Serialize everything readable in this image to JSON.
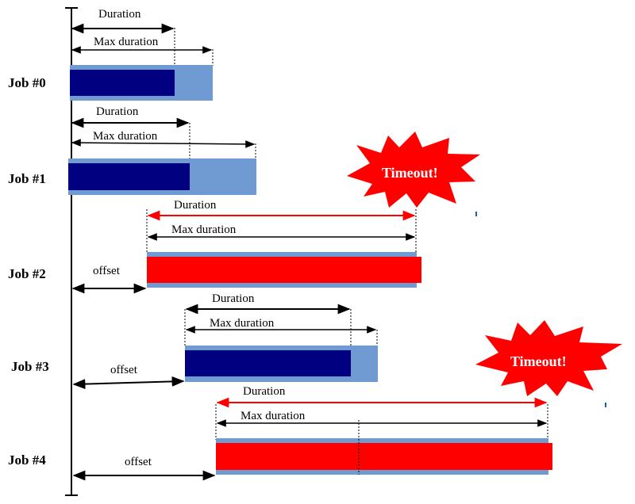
{
  "colors": {
    "duration_bar": "#000080",
    "max_bar": "#6f9bd2",
    "timeout_bar": "#ff0000",
    "timeout_burst": "#ff0000",
    "arrow": "#000000",
    "timeout_arrow": "#ff0000"
  },
  "labels": {
    "duration": "Duration",
    "max_duration": "Max duration",
    "offset": "offset",
    "timeout": "Timeout!"
  },
  "jobs": [
    {
      "name": "Job #0",
      "has_offset": false,
      "timed_out": false
    },
    {
      "name": "Job #1",
      "has_offset": false,
      "timed_out": true
    },
    {
      "name": "Job #2",
      "has_offset": true,
      "timed_out": true
    },
    {
      "name": "Job #3",
      "has_offset": true,
      "timed_out": false
    },
    {
      "name": "Job #4",
      "has_offset": true,
      "timed_out": true
    }
  ]
}
